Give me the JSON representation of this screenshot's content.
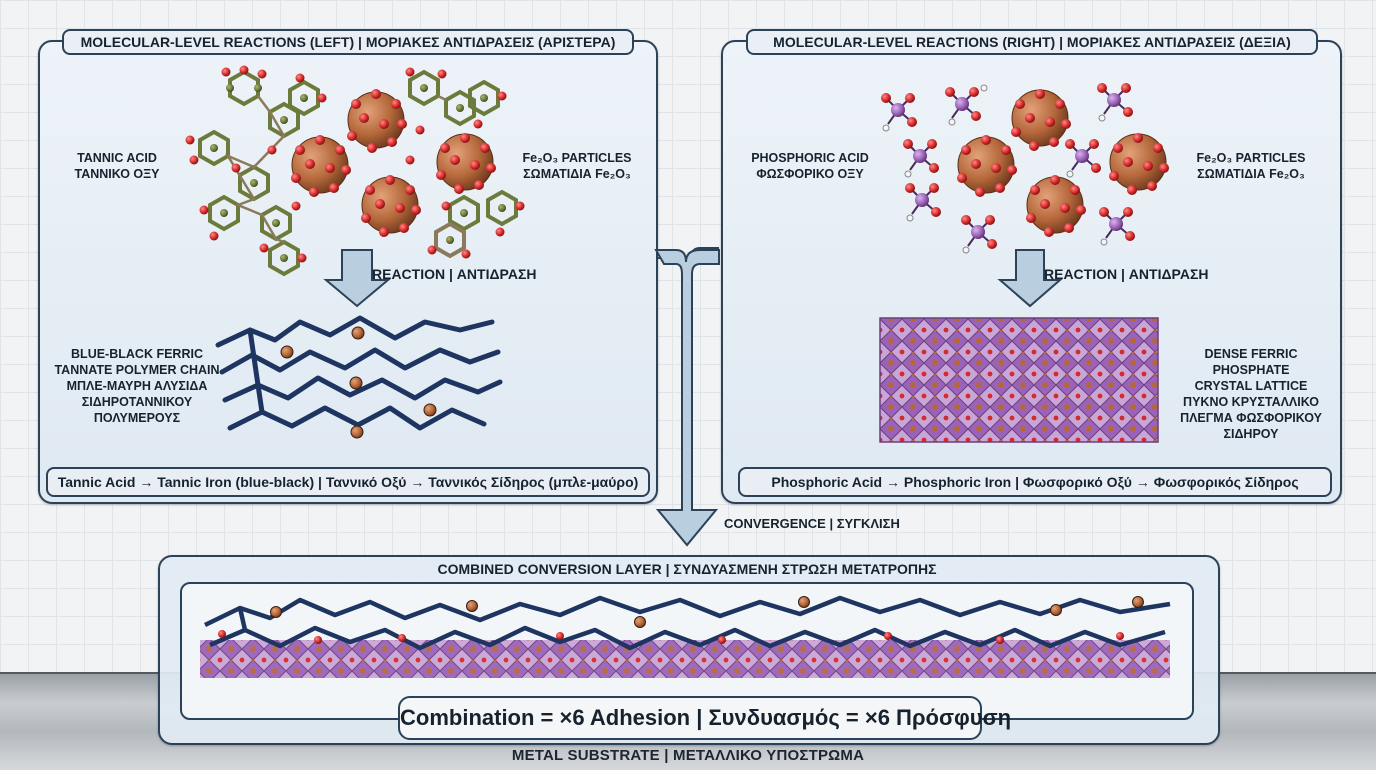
{
  "left_panel": {
    "title": "MOLECULAR-LEVEL REACTIONS (LEFT) | ΜΟΡΙΑΚΕΣ ΑΝΤΙΔΡΑΣΕΙΣ (ΑΡΙΣΤΕΡΑ)",
    "reactant_label": [
      "TANNIC ACID",
      "ΤΑΝΝΙΚΟ ΟΞΥ"
    ],
    "particle_label": [
      "Fe₂O₃ PARTICLES",
      "ΣΩΜΑΤΙΔΙΑ Fe₂O₃"
    ],
    "arrow_label": "REACTION | ΑΝΤΙΔΡΑΣΗ",
    "product_label": [
      "BLUE-BLACK FERRIC",
      "TANNATE POLYMER CHAIN",
      "ΜΠΛΕ-ΜΑΥΡΗ ΑΛΥΣΙΔΑ",
      "ΣΙΔΗΡΟΤΑΝΝΙΚΟΥ",
      "ΠΟΛΥΜΕΡΟΥΣ"
    ],
    "caption": "Tannic Acid → Tannic Iron (blue-black) | Ταννικό Οξύ → Ταννικός Σίδηρος (μπλε-μαύρο)"
  },
  "right_panel": {
    "title": "MOLECULAR-LEVEL REACTIONS (RIGHT) | ΜΟΡΙΑΚΕΣ ΑΝΤΙΔΡΑΣΕΙΣ (ΔΕΞΙΑ)",
    "reactant_label": [
      "PHOSPHORIC ACID",
      "ΦΩΣΦΟΡΙΚΟ ΟΞΥ"
    ],
    "particle_label": [
      "Fe₂O₃ PARTICLES",
      "ΣΩΜΑΤΙΔΙΑ Fe₂O₃"
    ],
    "arrow_label": "REACTION | ΑΝΤΙΔΡΑΣΗ",
    "product_label": [
      "DENSE FERRIC PHOSPHATE",
      "CRYSTAL LATTICE",
      "ΠΥΚΝΟ ΚΡΥΣΤΑΛΛΙΚΟ",
      "ΠΛΕΓΜΑ ΦΩΣΦΟΡΙΚΟΥ",
      "ΣΙΔΗΡΟΥ"
    ],
    "caption": "Phosphoric Acid → Phosphoric Iron | Φωσφορικό Οξύ → Φωσφορικός Σίδηρος"
  },
  "convergence_label": "CONVERGENCE | ΣΥΓΚΛΙΣΗ",
  "combined": {
    "title": "COMBINED CONVERSION LAYER | ΣΥΝΔΥΑΣΜΕΝΗ ΣΤΡΩΣΗ ΜΕΤΑΤΡΟΠΗΣ",
    "badge": "Combination = ×6 Adhesion | Συνδυασμός = ×6 Πρόσφυση"
  },
  "substrate_label": "METAL SUBSTRATE | ΜΕΤΑΛΛΙΚΟ ΥΠΟΣΤΡΩΜΑ",
  "colors": {
    "border": "#2c4258",
    "arrow_fill": "#b9cfdf",
    "iron_oxide": "#b4673a",
    "oxygen": "#d42a2a",
    "carbon": "#6c7a3c",
    "phosphorus": "#9b63b8",
    "polymer_chain": "#1d3560"
  }
}
